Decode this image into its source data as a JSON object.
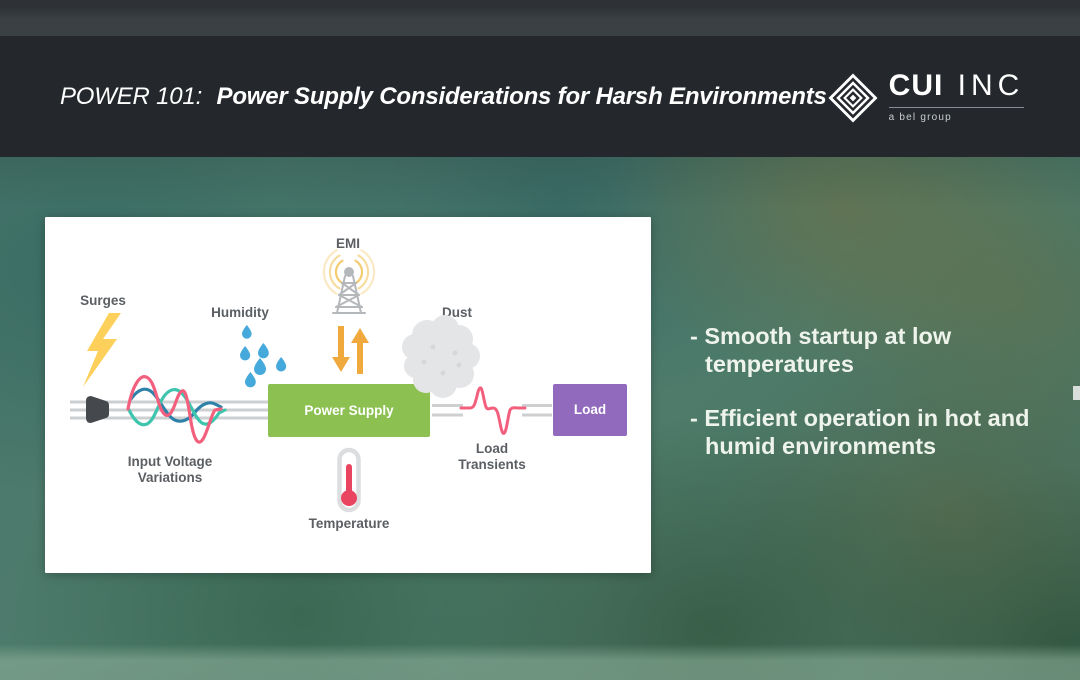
{
  "header": {
    "title_prefix": "POWER 101:",
    "title_main": "Power Supply Considerations for Harsh Environments",
    "logo_brand": "CUI",
    "logo_suffix": "INC",
    "logo_tagline": "a bel group"
  },
  "diagram": {
    "surges_label": "Surges",
    "humidity_label": "Humidity",
    "emi_label": "EMI",
    "dust_label": "Dust",
    "power_supply_label": "Power Supply",
    "load_label": "Load",
    "input_voltage_line1": "Input Voltage",
    "input_voltage_line2": "Variations",
    "load_transients_line1": "Load",
    "load_transients_line2": "Transients",
    "temperature_label": "Temperature"
  },
  "bullets": [
    {
      "line1": "- Smooth startup at low",
      "line2": "temperatures"
    },
    {
      "line1": "- Efficient operation in hot and",
      "line2": "humid environments"
    }
  ],
  "colors": {
    "header-bg": "#24282c",
    "topstrip-bg": "#3a3f44",
    "power-green": "#8cc152",
    "load-purple": "#9169bd",
    "bolt-yellow": "#fcd05a",
    "drop-blue": "#45a9db",
    "wave-pink": "#f2607e",
    "wave-teal": "#3fc4ae",
    "wave-blue": "#2e81a8",
    "arrow-orange": "#f0a93c",
    "arc-yellow": "#f2c96d",
    "tower-gray": "#b5b8bb",
    "wire-gray": "#cdcfd1",
    "cloud-gray": "#e4e5e7",
    "thermo-red": "#ea4560",
    "label-gray": "#5b5f63",
    "bullet-text": "#eef4ec"
  }
}
